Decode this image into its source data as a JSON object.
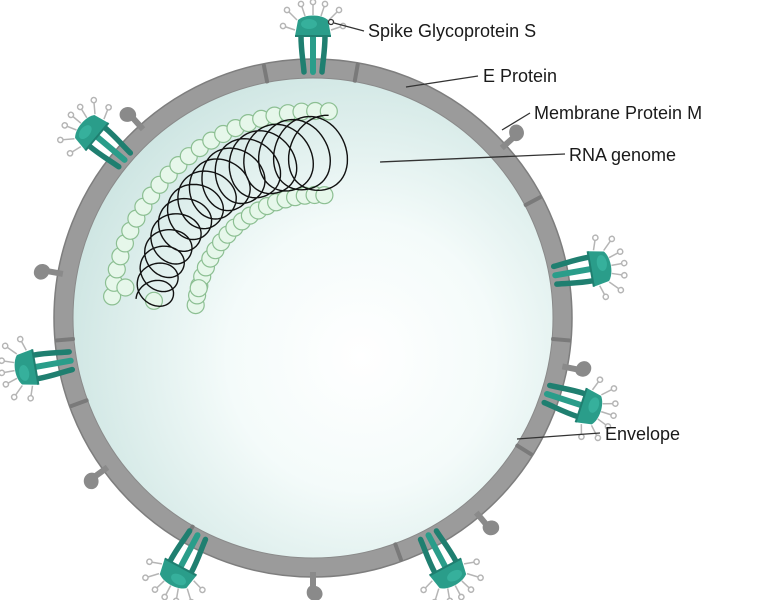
{
  "labels": {
    "spike": "Spike Glycoprotein S",
    "e_protein": "E Protein",
    "membrane": "Membrane Protein M",
    "rna": "RNA genome",
    "envelope": "Envelope"
  },
  "colors": {
    "membrane_gray": "#9b9b9b",
    "membrane_edge": "#7e7e7e",
    "interior_light": "#ffffff",
    "interior_tint": "#d2e8e6",
    "spike_teal": "#2a9d8a",
    "spike_dark": "#1f7f70",
    "tip_gray": "#b5b5b5",
    "nucleocapsid_fill": "#e6f7ea",
    "nucleocapsid_stroke": "#8cbf92",
    "rna_strand": "#111111",
    "leader_line": "#333333"
  }
}
